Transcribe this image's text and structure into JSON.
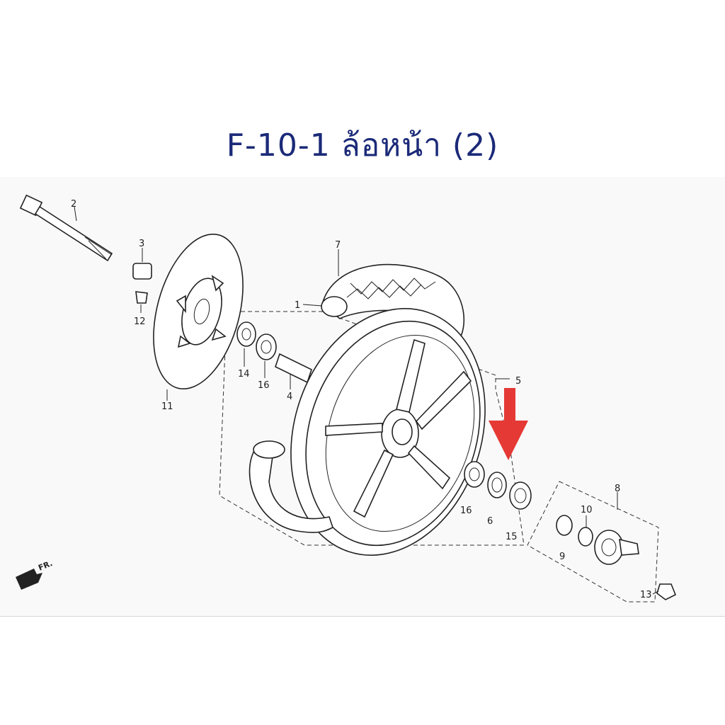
{
  "title": "F-10-1 ล้อหน้า (2)",
  "arrow_color": "#e53935",
  "title_color": "#1b2a78",
  "direction_label": "FR.",
  "callouts": {
    "p1": "1",
    "p2": "2",
    "p3": "3",
    "p4": "4",
    "p5": "5",
    "p6": "6",
    "p7": "7",
    "p8": "8",
    "p9": "9",
    "p10": "10",
    "p11": "11",
    "p12": "12",
    "p13": "13",
    "p14": "14",
    "p15": "15",
    "p16a": "16",
    "p16b": "16"
  }
}
